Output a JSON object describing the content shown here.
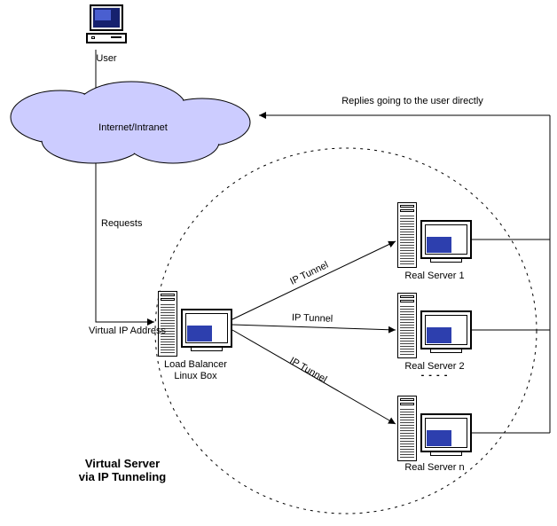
{
  "title": {
    "line1": "Virtual Server",
    "line2": "via IP Tunneling"
  },
  "user": {
    "label": "User"
  },
  "cloud": {
    "label": "Internet/Intranet"
  },
  "labels": {
    "requests": "Requests",
    "virtual_ip": "Virtual IP Address",
    "replies": "Replies going to the user directly",
    "ip_tunnel": "IP Tunnel",
    "ellipsis": "- - - -"
  },
  "load_balancer": {
    "line1": "Load Balancer",
    "line2": "Linux Box"
  },
  "servers": [
    {
      "label": "Real Server 1"
    },
    {
      "label": "Real Server 2"
    },
    {
      "label": "Real Server n"
    }
  ],
  "colors": {
    "cloud_fill": "#ccccff",
    "screen_blue": "#2d3fae",
    "line": "#000000"
  }
}
